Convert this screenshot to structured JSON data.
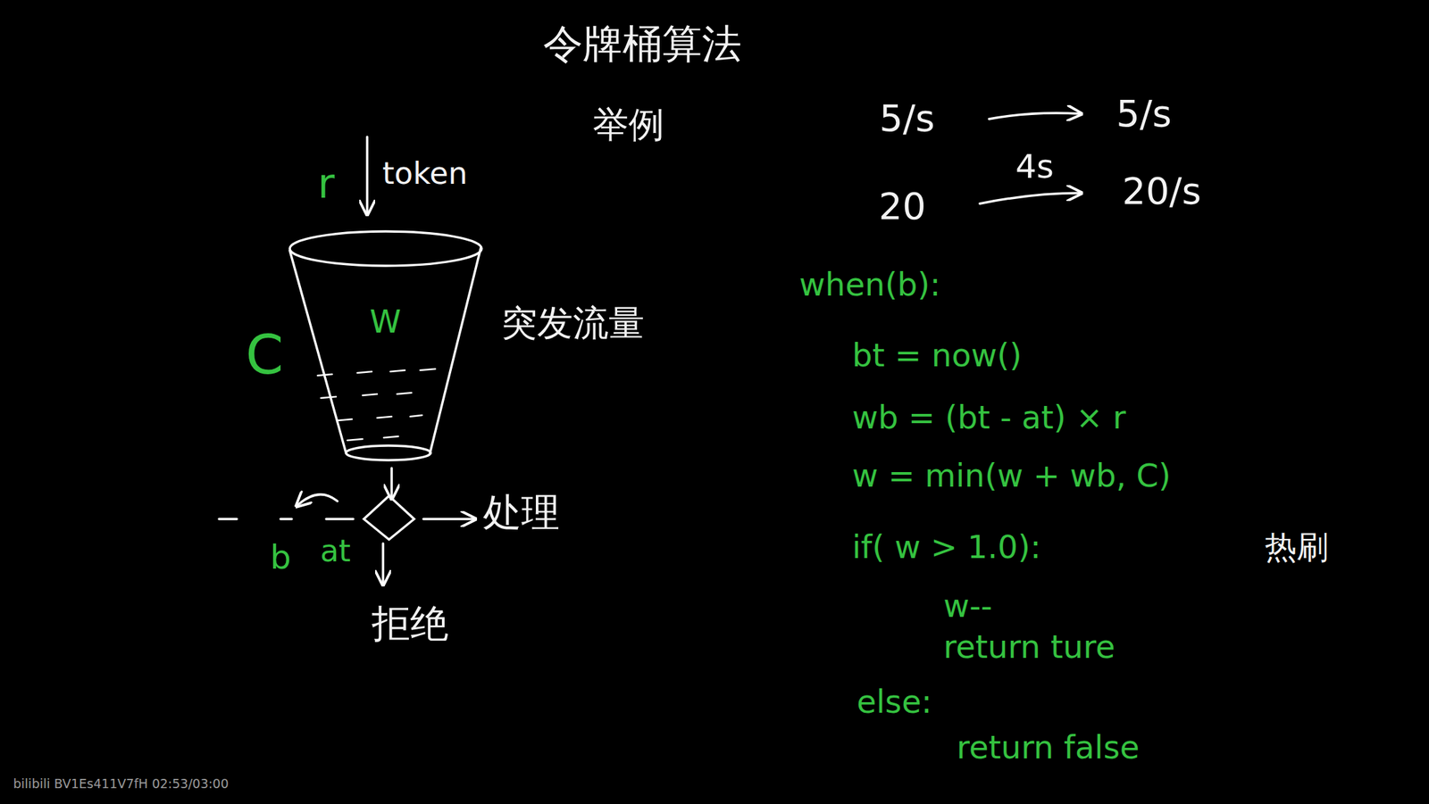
{
  "diagram": {
    "title": "令牌桶算法",
    "nodes": [
      {
        "text": [
          "W"
        ]
      }
    ],
    "labels": [
      "举例",
      "r",
      "token",
      "C",
      "突发流量",
      "处理",
      "拒绝",
      "b",
      "at",
      "5/s",
      "5/s",
      "20",
      "4s",
      "20/s",
      "when(b):",
      "bt = now()",
      "wb = (bt - at) × r",
      "w = min(w + wb, C)",
      "if( w > 1.0):",
      "w--",
      "return ture",
      "else:",
      "return false",
      "热刷",
      "bilibili BV1Es411V7fH 02:53/03:00"
    ]
  }
}
